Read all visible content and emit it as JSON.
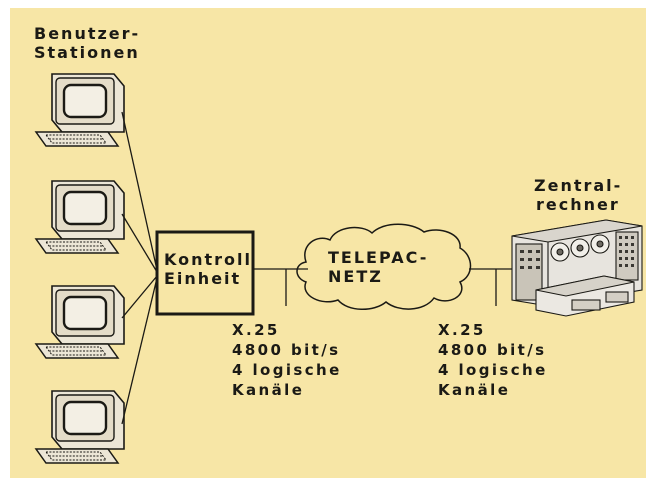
{
  "diagram": {
    "user_stations": {
      "line1": "Benutzer-",
      "line2": "Stationen"
    },
    "control_unit": {
      "line1": "Kontroll",
      "line2": "Einheit"
    },
    "network": {
      "line1": "TELEPAC-",
      "line2": "NETZ"
    },
    "central_computer": {
      "line1": "Zentral-",
      "line2": "rechner"
    },
    "link_left": {
      "protocol": "X.25",
      "rate": "4800 bit/s",
      "channels": "4 logische",
      "channels2": "Kanäle"
    },
    "link_right": {
      "protocol": "X.25",
      "rate": "4800 bit/s",
      "channels": "4 logische",
      "channels2": "Kanäle"
    },
    "terminal_count": 4,
    "icons": [
      "terminal-icon",
      "mainframe-icon",
      "cloud-shape"
    ],
    "colors": {
      "background": "#f7e6a6",
      "ink": "#1b1a15"
    }
  }
}
